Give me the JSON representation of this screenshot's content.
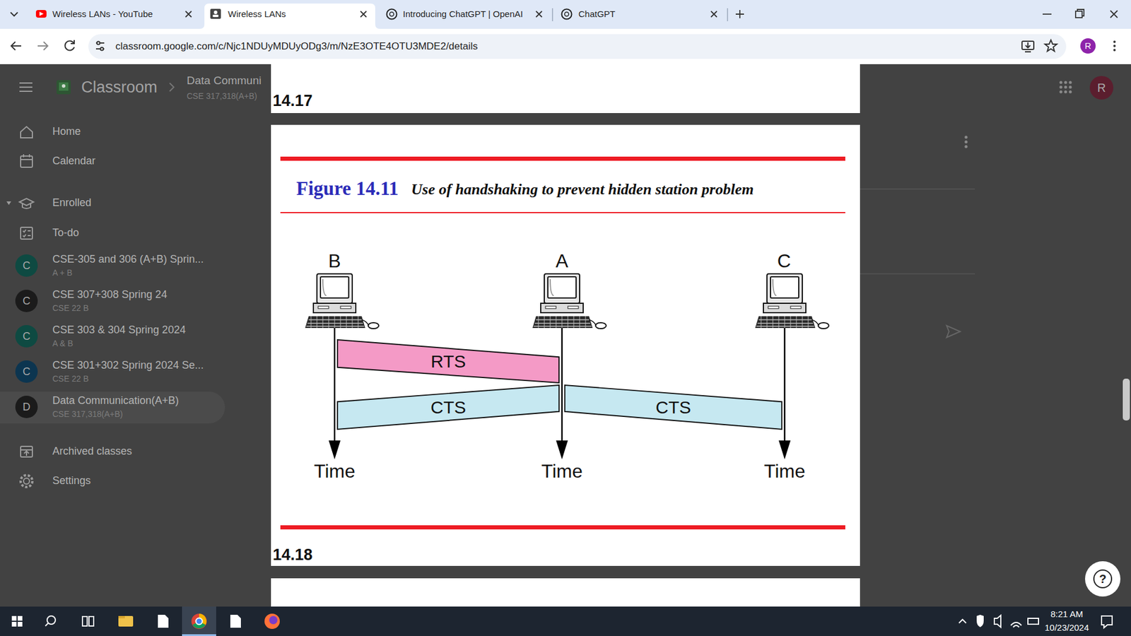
{
  "diagram": {
    "title": "Use of handshaking to prevent hidden station problem",
    "nodes": [
      {
        "text": [
          "RTS"
        ]
      },
      {
        "text": [
          "CTS"
        ]
      },
      {
        "text": [
          "CTS"
        ]
      }
    ],
    "labels": [
      "Wireless LANs - YouTube",
      "Wireless LANs",
      "Introducing ChatGPT | OpenAI",
      "ChatGPT",
      "classroom.google.com/c/Njc1NDUyMDUyODg3/m/NzE3OTE4OTU3MDE2/details",
      "R",
      "Classroom",
      "Data Communi",
      "CSE 317,318(A+B)",
      "R",
      "Home",
      "Calendar",
      "Enrolled",
      "To-do",
      "C",
      "CSE-305 and 306 (A+B) Sprin...",
      "A + B",
      "C",
      "CSE 307+308 Spring 24",
      "CSE 22 B",
      "C",
      "CSE 303 & 304 Spring 2024",
      "A & B",
      "C",
      "CSE 301+302 Spring 2024 Se...",
      "CSE 22 B",
      "D",
      "Data Communication(A+B)",
      "CSE 317,318(A+B)",
      "Archived classes",
      "Settings",
      "14.17",
      "Figure 14.11",
      "B",
      "A",
      "C",
      "Time",
      "Time",
      "Time",
      "14.18",
      "8:21 AM",
      "10/23/2024",
      "?"
    ]
  }
}
